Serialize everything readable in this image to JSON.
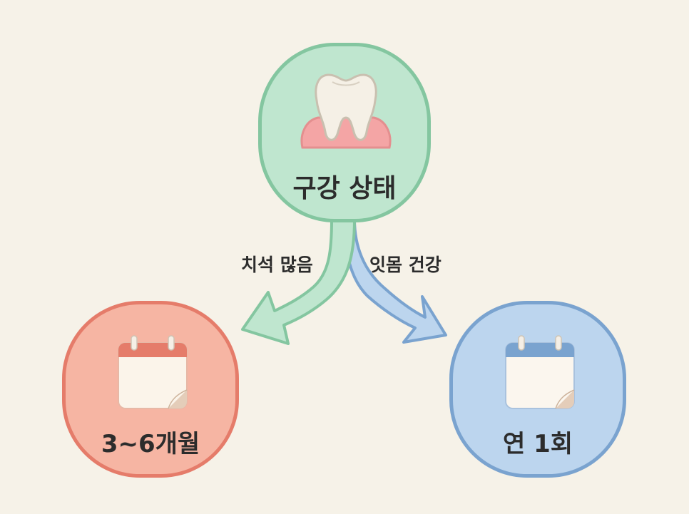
{
  "nodes": {
    "top": {
      "label": "구강 상태",
      "icon": "tooth-icon"
    },
    "left": {
      "label": "3~6개월",
      "icon": "calendar-icon"
    },
    "right": {
      "label": "연 1회",
      "icon": "calendar-icon"
    }
  },
  "edges": {
    "left": {
      "label": "치석 많음"
    },
    "right": {
      "label": "잇몸 건강"
    }
  },
  "colors": {
    "background": "#f6f2e8",
    "green_fill": "#bfe6cf",
    "green_stroke": "#84c6a0",
    "red_fill": "#f6b5a3",
    "red_stroke": "#e57c6a",
    "blue_fill": "#bcd5ee",
    "blue_stroke": "#7aa3cf"
  }
}
